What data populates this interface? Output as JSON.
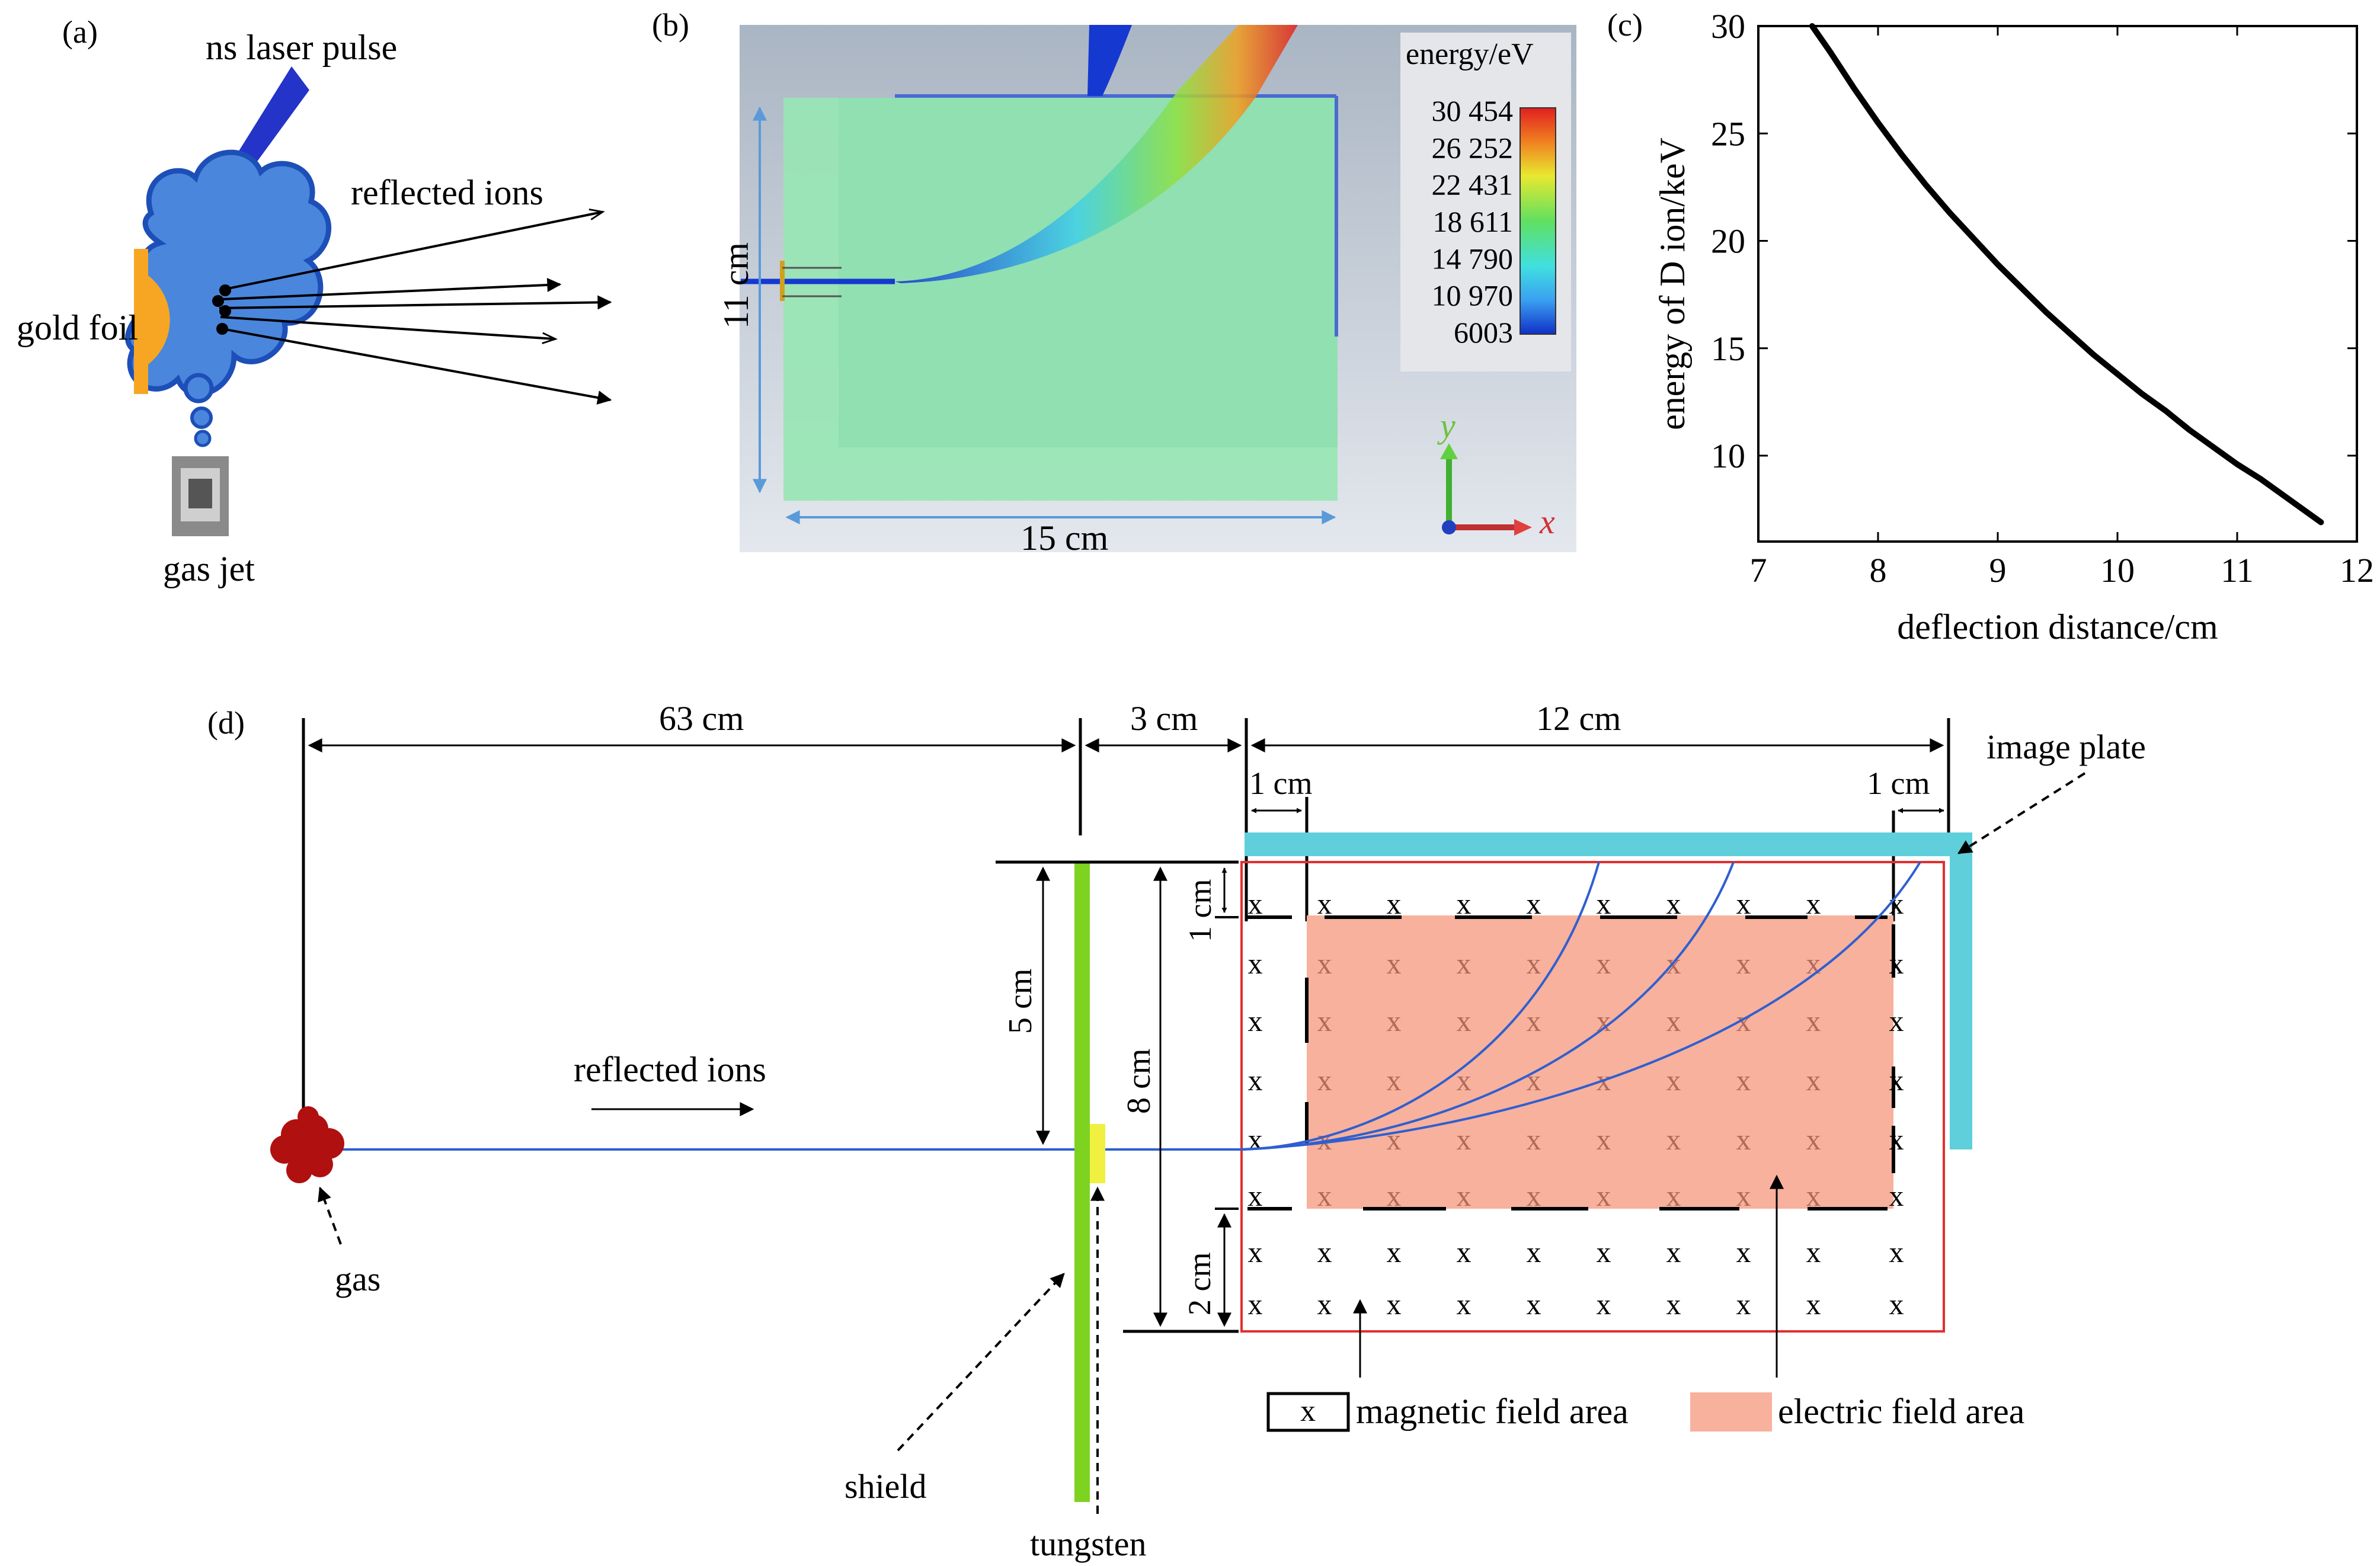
{
  "panels": {
    "a": {
      "tag": "(a)",
      "laser_label": "ns laser pulse",
      "reflected_label": "reflected ions",
      "foil_label": "gold foil",
      "jet_label": "gas jet"
    },
    "b": {
      "tag": "(b)",
      "colorbar_title": "energy/eV",
      "colorbar_ticks": [
        "30 454",
        "26 252",
        "22 431",
        "18 611",
        "14 790",
        "10 970",
        "6003"
      ],
      "height_label": "11 cm",
      "width_label": "15 cm",
      "axis_y": "y",
      "axis_x": "x"
    },
    "c": {
      "tag": "(c)"
    },
    "d": {
      "tag": "(d)",
      "dim_63": "63 cm",
      "dim_3": "3 cm",
      "dim_12": "12 cm",
      "dim_1_left": "1 cm",
      "dim_1_right": "1 cm",
      "image_plate": "image plate",
      "dim_5": "5 cm",
      "dim_8": "8 cm",
      "dim_1_vertical": "1 cm",
      "dim_2": "2 cm",
      "reflected_label": "reflected ions",
      "gas_label": "gas",
      "shield_label": "shield",
      "tungsten_label": "tungsten",
      "legend_magnetic_symbol": "x",
      "legend_magnetic": "magnetic field area",
      "legend_electric": "electric field area",
      "cross_symbol": "x"
    }
  },
  "colors": {
    "laser": "#2433c8",
    "plasma": "#4a86dc",
    "foil": "#f6a623",
    "field_green": "#98e6b4",
    "trajectory": "#2f5fd0",
    "shield": "#7ed321",
    "tungsten": "#f0f040",
    "image_plate": "#5fcfdc",
    "electric_field": "#f7b19c",
    "magnetic_box": "#e03030",
    "gas": "#b01010"
  },
  "chart_data": {
    "type": "line",
    "title": "",
    "xlabel": "deflection distance/cm",
    "ylabel": "energy of D ion/keV",
    "xlim": [
      7,
      12
    ],
    "ylim": [
      6.0,
      30
    ],
    "xticks": [
      7,
      8,
      9,
      10,
      11,
      12
    ],
    "yticks": [
      10,
      15,
      20,
      25,
      30
    ],
    "grid": false,
    "legend": "none",
    "series": [
      {
        "x": [
          7.45,
          7.6,
          7.8,
          8.0,
          8.2,
          8.4,
          8.6,
          8.8,
          9.0,
          9.2,
          9.4,
          9.6,
          9.8,
          10.0,
          10.2,
          10.4,
          10.6,
          10.8,
          11.0,
          11.2,
          11.4,
          11.6,
          11.7
        ],
        "y": [
          30.0,
          28.8,
          27.1,
          25.5,
          24.0,
          22.6,
          21.3,
          20.1,
          18.9,
          17.8,
          16.7,
          15.7,
          14.7,
          13.8,
          12.9,
          12.1,
          11.2,
          10.4,
          9.6,
          8.9,
          8.1,
          7.3,
          6.9
        ]
      }
    ]
  }
}
